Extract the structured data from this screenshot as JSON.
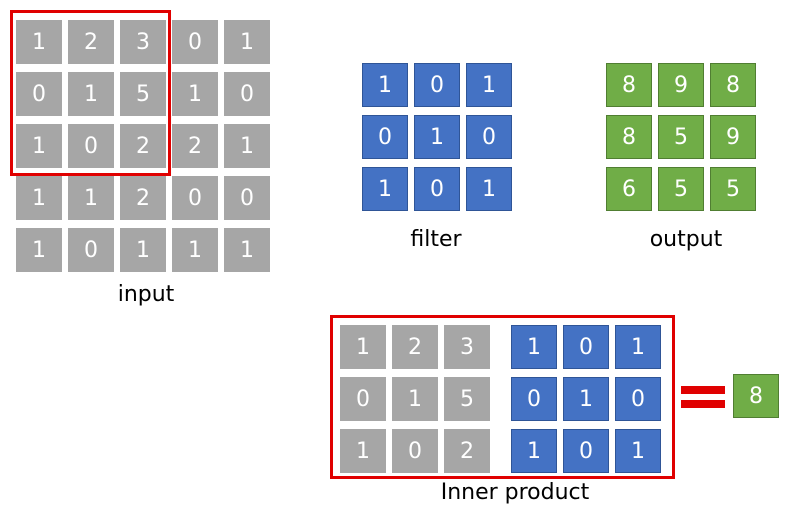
{
  "input": {
    "caption": "input",
    "values": [
      [
        "1",
        "2",
        "3",
        "0",
        "1"
      ],
      [
        "0",
        "1",
        "5",
        "1",
        "0"
      ],
      [
        "1",
        "0",
        "2",
        "2",
        "1"
      ],
      [
        "1",
        "1",
        "2",
        "0",
        "0"
      ],
      [
        "1",
        "0",
        "1",
        "1",
        "1"
      ]
    ]
  },
  "filter": {
    "caption": "filter",
    "values": [
      [
        "1",
        "0",
        "1"
      ],
      [
        "0",
        "1",
        "0"
      ],
      [
        "1",
        "0",
        "1"
      ]
    ]
  },
  "output": {
    "caption": "output",
    "values": [
      [
        "8",
        "9",
        "8"
      ],
      [
        "8",
        "5",
        "9"
      ],
      [
        "6",
        "5",
        "5"
      ]
    ]
  },
  "inner_product": {
    "caption": "Inner product",
    "patch": [
      [
        "1",
        "2",
        "3"
      ],
      [
        "0",
        "1",
        "5"
      ],
      [
        "1",
        "0",
        "2"
      ]
    ],
    "filter": [
      [
        "1",
        "0",
        "1"
      ],
      [
        "0",
        "1",
        "0"
      ],
      [
        "1",
        "0",
        "1"
      ]
    ],
    "result": "8"
  },
  "colors": {
    "input_cell": "#a6a6a6",
    "filter_cell": "#4472c4",
    "output_cell": "#70ad47",
    "highlight": "#e00000"
  }
}
